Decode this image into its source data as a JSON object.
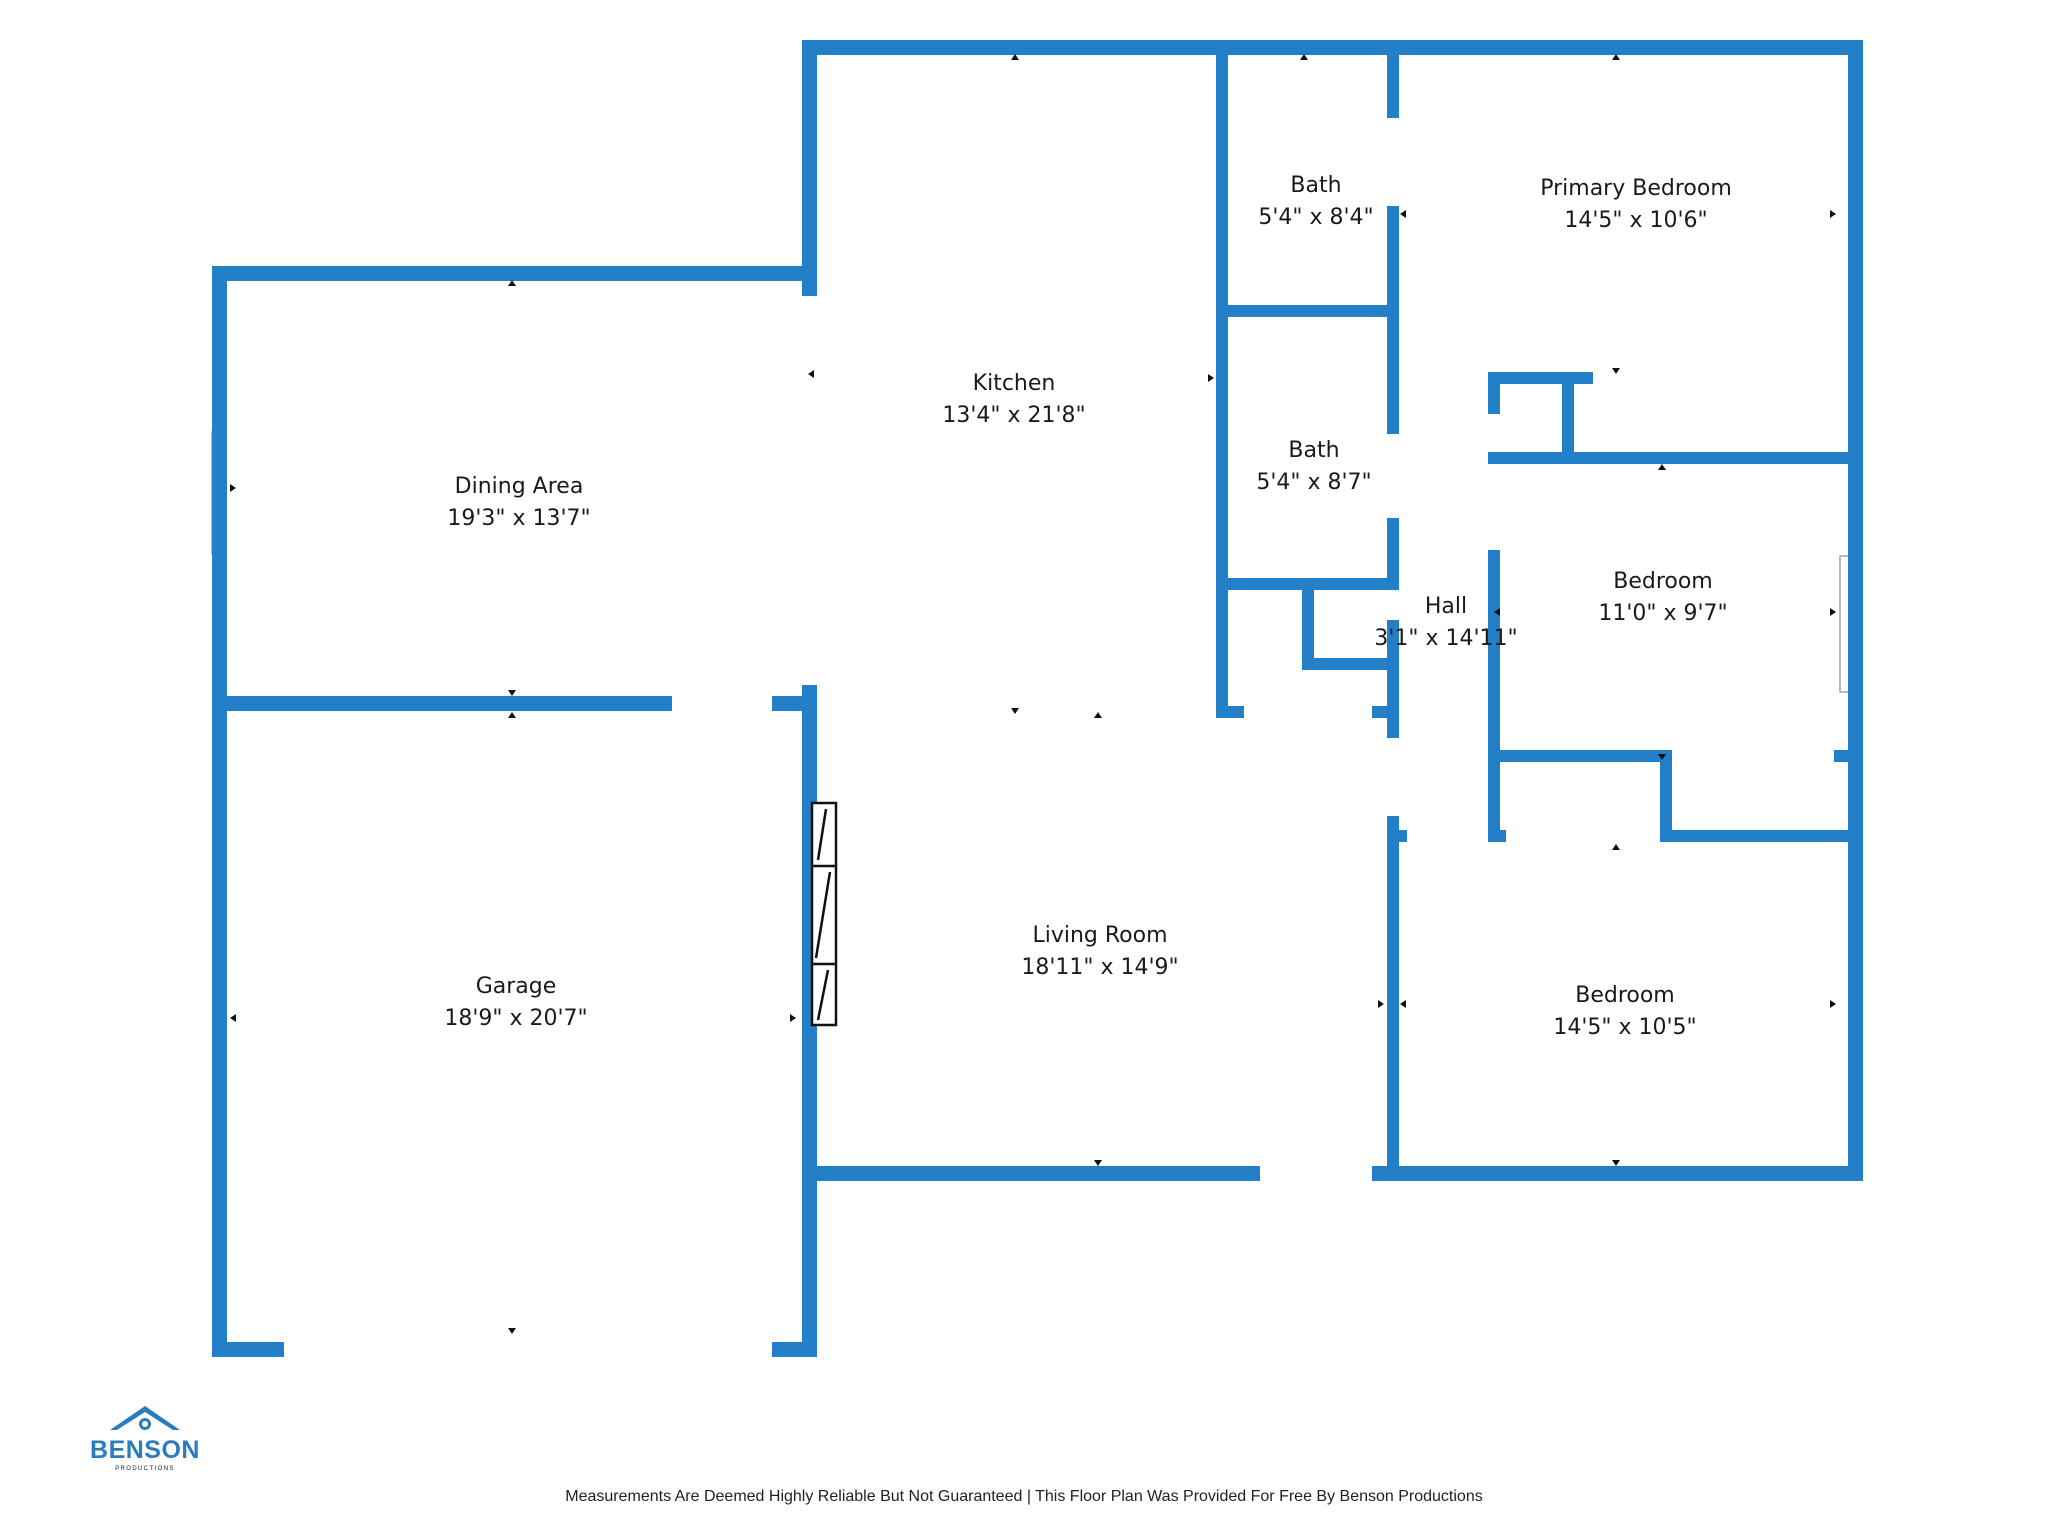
{
  "colors": {
    "wall": "#2380c8",
    "text": "#1a1a1a",
    "background": "#ffffff"
  },
  "rooms": {
    "kitchen": {
      "name": "Kitchen",
      "dims": "13'4\" x 21'8\""
    },
    "bath_upper": {
      "name": "Bath",
      "dims": "5'4\" x 8'4\""
    },
    "primary_bedroom": {
      "name": "Primary Bedroom",
      "dims": "14'5\" x 10'6\""
    },
    "dining": {
      "name": "Dining Area",
      "dims": "19'3\" x 13'7\""
    },
    "bath_lower": {
      "name": "Bath",
      "dims": "5'4\" x 8'7\""
    },
    "hall": {
      "name": "Hall",
      "dims": "3'1\" x 14'11\""
    },
    "bedroom_mid": {
      "name": "Bedroom",
      "dims": "11'0\" x 9'7\""
    },
    "living": {
      "name": "Living Room",
      "dims": "18'11\" x 14'9\""
    },
    "garage": {
      "name": "Garage",
      "dims": "18'9\" x 20'7\""
    },
    "bedroom_low": {
      "name": "Bedroom",
      "dims": "14'5\" x 10'5\""
    }
  },
  "logo": {
    "name": "BENSON",
    "tagline": "PRODUCTIONS"
  },
  "footer": {
    "disclaimer": "Measurements Are Deemed Highly Reliable But Not Guaranteed | This Floor Plan Was Provided For Free By Benson Productions"
  }
}
